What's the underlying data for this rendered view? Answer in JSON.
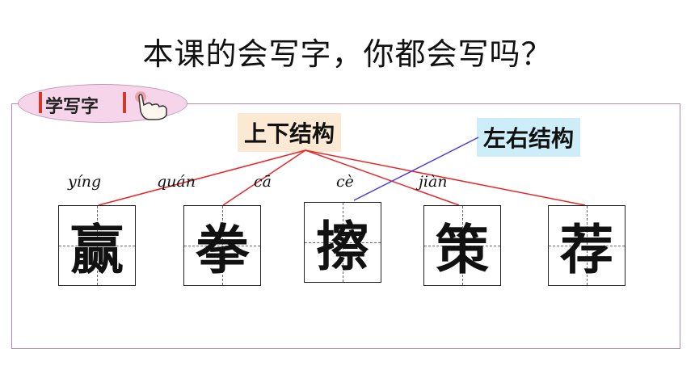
{
  "title": "本课的会写字，你都会写吗？",
  "badge": {
    "label": "学写字",
    "icon": "pointing-hand-icon"
  },
  "tags": {
    "top_bottom": "上下结构",
    "left_right": "左右结构"
  },
  "characters": [
    {
      "pinyin": "yíng",
      "char": "赢"
    },
    {
      "pinyin": "quán",
      "char": "拳"
    },
    {
      "pinyin": "cā",
      "char": "擦"
    },
    {
      "pinyin": "cè",
      "char": "策"
    },
    {
      "pinyin": "jiàn",
      "char": "荐"
    }
  ],
  "colors": {
    "top_bottom_line": "#e8262a",
    "left_right_line": "#4b3bd6",
    "frame": "#b58aa6",
    "badge_fill": "#f6d4ea"
  }
}
